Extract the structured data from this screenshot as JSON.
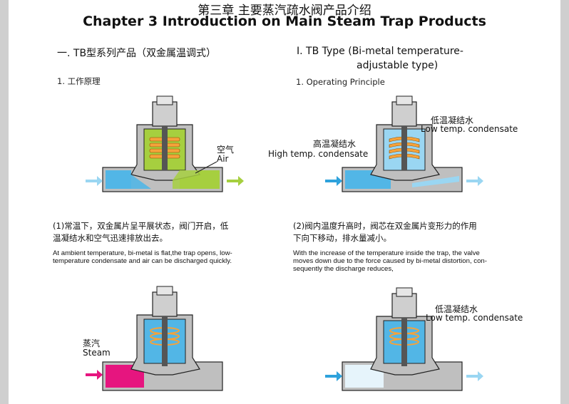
{
  "header": {
    "title_cn": "第三章  主要蒸汽疏水阀产品介绍",
    "title_en": "Chapter 3 Introduction on Main Steam Trap Products"
  },
  "left_column": {
    "section_title": "一. TB型系列产品（双金属温调式）",
    "subsection": "1. 工作原理",
    "fig1": {
      "label_cn": "空气",
      "label_en": "Air"
    },
    "desc1_cn": [
      "(1)常温下，双金属片呈平展状态，阀门开启，低",
      "温凝结水和空气迅速排放出去。"
    ],
    "desc1_en": [
      "At ambient temperature, bi-metal is flat,the trap opens, low-",
      "temperature condensate and air can be discharged quickly."
    ],
    "fig3": {
      "label_cn": "蒸汽",
      "label_en": "Steam"
    }
  },
  "right_column": {
    "section_title_l1": "I. TB Type (Bi-metal temperature-",
    "section_title_l2": "adjustable type)",
    "subsection": "1. Operating Principle",
    "fig2": {
      "low_cn": "低温凝结水",
      "low_en": "Low temp. condensate",
      "high_cn": "高温凝结水",
      "high_en": "High temp. condensate"
    },
    "desc2_cn": [
      "(2)阀内温度升高时，阀芯在双金属片变形力的作用",
      "下向下移动，排水量减小。"
    ],
    "desc2_en": [
      "With the increase of the temperature inside the trap, the valve",
      "moves down due to the force caused by bi-metal distortion, con-",
      "sequently the discharge reduces,"
    ],
    "fig4": {
      "low_cn": "低温凝结水",
      "low_en": "Low temp. condensate"
    }
  },
  "colors": {
    "green": "#a6cf3f",
    "blue": "#52b6e6",
    "light_blue": "#9ad6f2",
    "magenta": "#e6157f",
    "orange": "#f5a23a",
    "body_grey": "#bfbfbf",
    "arrow_blue": "#5cbbe8"
  }
}
